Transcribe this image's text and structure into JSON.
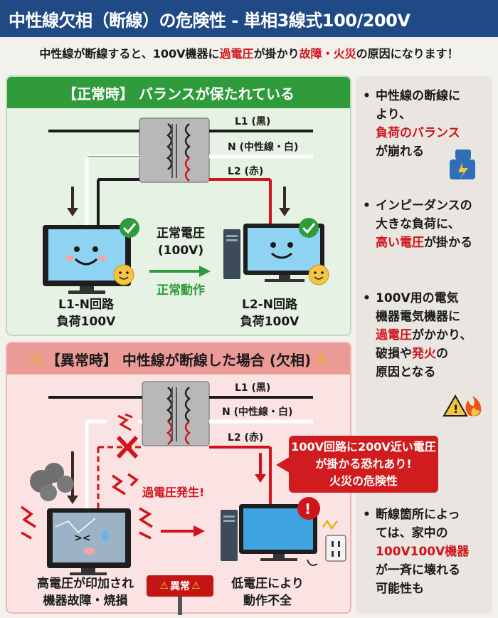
{
  "title": "中性線欠相（断線）の危険性 - 単相3線式100/200V",
  "subtitle": {
    "part1": "中性線が断線すると、100V機器に",
    "red1": "過電圧",
    "part2": "が掛かり",
    "red2": "故障・火災",
    "part3": "の原因になります！"
  },
  "normal_panel": {
    "header": "【正常時】 バランスが保たれている",
    "wire_l1": "L1 (黒)",
    "wire_n": "N (中性線・白)",
    "wire_l2": "L2 (赤)",
    "center_label_1": "正常電圧",
    "center_label_2": "(100V)",
    "center_status": "正常動作",
    "left_label_1": "L1-N回路",
    "left_label_2": "負荷100V",
    "right_label_1": "L2-N回路",
    "right_label_2": "負荷100V"
  },
  "abnormal_panel": {
    "header": "【異常時】 中性線が断線した場合 (欠相)",
    "wire_l1": "L1 (黒)",
    "wire_n": "N (中性線・白)",
    "wire_l2": "L2 (赤)",
    "overvoltage": "過電圧発生!",
    "callout_1": "100V回路に200V近い電圧",
    "callout_2": "が掛かる恐れあり!",
    "callout_3": "火災の危険性",
    "left_label_1": "高電圧が印加され",
    "left_label_2": "機器故障・焼損",
    "right_label_1": "低電圧により",
    "right_label_2": "動作不全",
    "sign": "異常"
  },
  "side": {
    "item1": {
      "l1": "中性線の断線に",
      "l2": "より、",
      "l3": "負荷のバランス",
      "l4": "が崩れる"
    },
    "item2": {
      "l1": "インピーダンスの",
      "l2": "大きな負荷に、",
      "l3_red": "高い電圧",
      "l3": "が掛かる"
    },
    "item3": {
      "l1": "100V用の電気",
      "l2": "機器電気機器に",
      "l3_red": "過電圧",
      "l3": "がかかり、",
      "l4a": "破損や",
      "l4_red": "発火",
      "l4b": "の",
      "l5": "原因となる"
    },
    "item4": {
      "l1": "断線箇所によっ",
      "l2": "ては、家中の",
      "l3_red": "100V100V機器",
      "l4": "が一斉に壊れる",
      "l5": "可能性も"
    }
  },
  "colors": {
    "title_bg": "#1f4a85",
    "green": "#2f9b3b",
    "red": "#d1141a",
    "pink": "#fbe3e3"
  }
}
